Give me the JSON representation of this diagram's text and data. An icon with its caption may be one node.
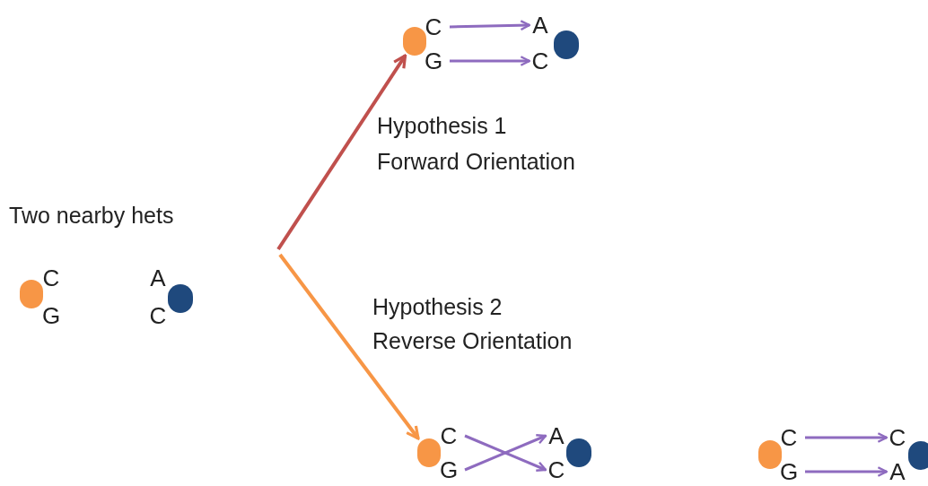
{
  "diagram": {
    "nodes": [
      {
        "text": [],
        "shape": "circle"
      },
      {
        "text": [
          "C"
        ]
      },
      {
        "text": [
          "G"
        ]
      },
      {
        "text": [
          "A"
        ]
      },
      {
        "text": [
          "C"
        ]
      },
      {
        "text": [],
        "shape": "circle"
      },
      {
        "text": [],
        "shape": "circle"
      },
      {
        "text": [
          "C"
        ]
      },
      {
        "text": [
          "G"
        ]
      },
      {
        "text": [
          "A"
        ]
      },
      {
        "text": [
          "C"
        ]
      },
      {
        "text": [],
        "shape": "circle"
      },
      {
        "text": [],
        "shape": "circle"
      },
      {
        "text": [
          "C"
        ]
      },
      {
        "text": [
          "G"
        ]
      },
      {
        "text": [
          "A"
        ]
      },
      {
        "text": [
          "C"
        ]
      },
      {
        "text": [],
        "shape": "circle"
      },
      {
        "text": [],
        "shape": "circle"
      },
      {
        "text": [
          "C"
        ]
      },
      {
        "text": [
          "G"
        ]
      },
      {
        "text": [
          "C"
        ]
      },
      {
        "text": [
          "A"
        ]
      },
      {
        "text": [],
        "shape": "circle"
      }
    ],
    "edges": [
      {
        "from": 1,
        "to": 3,
        "arrow": "to"
      },
      {
        "from": 2,
        "to": 4,
        "arrow": "to"
      },
      {
        "from": null,
        "to": 0,
        "arrow": "to",
        "color": "#c0504d"
      },
      {
        "from": null,
        "to": 12,
        "arrow": "to",
        "color": "#f79646"
      },
      {
        "from": 13,
        "to": 16,
        "arrow": "to"
      },
      {
        "from": 14,
        "to": 15,
        "arrow": "to"
      },
      {
        "from": 19,
        "to": 21,
        "arrow": "to"
      },
      {
        "from": 20,
        "to": 22,
        "arrow": "to"
      }
    ],
    "labels": [
      "Hypothesis 1",
      "Forward Orientation",
      "Two nearby hets",
      "Hypothesis 2",
      "Reverse Orientation"
    ]
  }
}
